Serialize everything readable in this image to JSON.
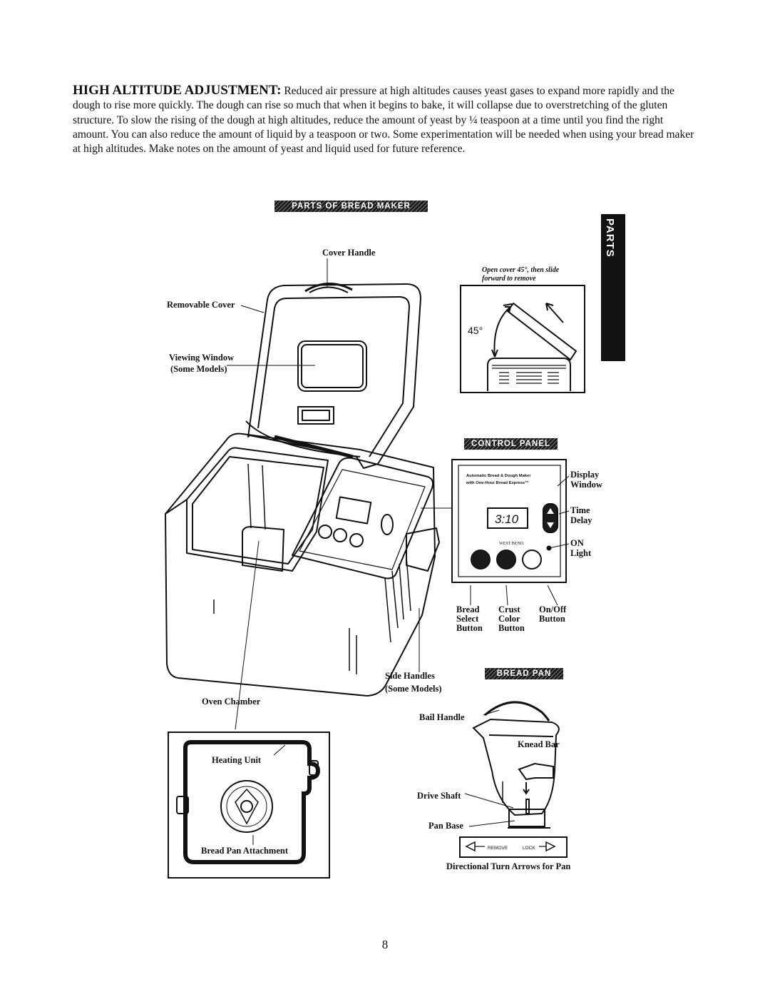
{
  "intro": {
    "heading": "HIGH ALTITUDE ADJUSTMENT:",
    "text": " Reduced air pressure at high altitudes causes yeast gases to expand more rapidly and the dough to rise more quickly. The dough can rise so much that when it begins to bake, it will collapse due to overstretching of the gluten structure. To slow the rising of the dough at high altitudes, reduce the amount of yeast by ¼ teaspoon at a time until you find the right amount. You can also reduce the amount of liquid by a teaspoon or two. Some experimentation will be needed when using your bread maker at high altitudes. Make notes on the amount of yeast and liquid used for future reference."
  },
  "banners": {
    "parts": "PARTS OF BREAD MAKER",
    "control": "CONTROL PANEL",
    "pan": "BREAD PAN"
  },
  "side_tab": "PARTS",
  "labels": {
    "cover_handle": "Cover Handle",
    "removable_cover": "Removable Cover",
    "viewing_window_1": "Viewing Window",
    "viewing_window_2": "(Some Models)",
    "open_cover_1": "Open cover 45°, then slide",
    "open_cover_2": "forward to remove",
    "angle": "45°",
    "display_1": "Display",
    "display_2": "Window",
    "time_1": "Time",
    "time_2": "Delay",
    "on_1": "ON",
    "on_2": "Light",
    "bread_select": [
      "Bread",
      "Select",
      "Button"
    ],
    "crust_color": [
      "Crust",
      "Color",
      "Button"
    ],
    "on_off": [
      "On/Off",
      "Button"
    ],
    "side_handles_1": "Side Handles",
    "side_handles_2": "(Some Models)",
    "oven_chamber": "Oven Chamber",
    "heating_unit": "Heating Unit",
    "bread_pan_attachment": "Bread Pan Attachment",
    "bail_handle": "Bail Handle",
    "knead_bar": "Knead Bar",
    "drive_shaft": "Drive Shaft",
    "pan_base": "Pan Base",
    "directional": "Directional Turn Arrows for Pan"
  },
  "panel": {
    "brand_line_1": "Automatic Bread & Dough Maker",
    "brand_line_2": "with One-Hour Bread Express™",
    "display_time": "3:10",
    "maker": "WEST BEND.",
    "remove": "REMOVE",
    "lock": "LOCK"
  },
  "page_number": "8"
}
